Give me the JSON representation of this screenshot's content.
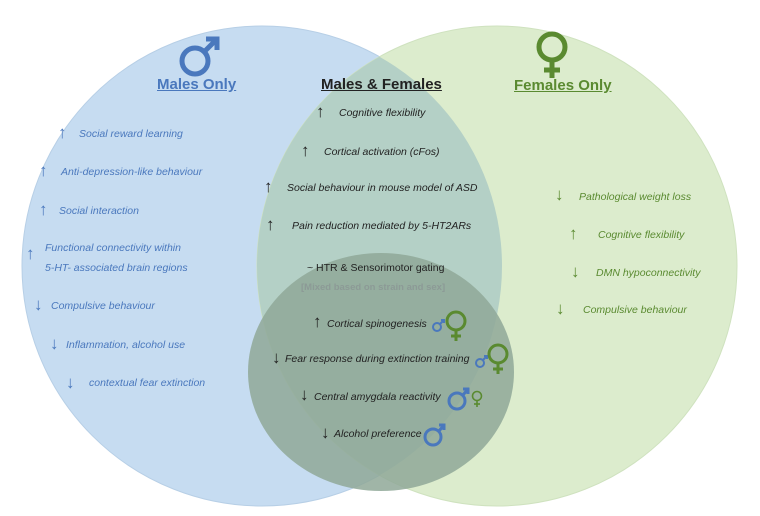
{
  "headers": {
    "males_only": "Males Only",
    "both": "Males & Females",
    "females_only": "Females Only"
  },
  "colors": {
    "male_circle": "#c6dcf1",
    "female_circle": "#dceccd",
    "overlap": "#b4d0c6",
    "inner": "#8fa898",
    "male_text": "#4a78bd",
    "female_text": "#5a8a30"
  },
  "males_only": [
    {
      "dir": "up",
      "text": "Social reward learning"
    },
    {
      "dir": "up",
      "text": "Anti-depression-like behaviour"
    },
    {
      "dir": "up",
      "text": "Social interaction"
    },
    {
      "dir": "up",
      "text": "Functional connectivity within",
      "text2": "5-HT- associated brain regions"
    },
    {
      "dir": "down",
      "text": "Compulsive behaviour"
    },
    {
      "dir": "down",
      "text": "Inflammation, alcohol use"
    },
    {
      "dir": "down",
      "text": "contextual fear extinction"
    }
  ],
  "both": [
    {
      "dir": "up",
      "text": "Cognitive flexibility"
    },
    {
      "dir": "up",
      "text": "Cortical activation (cFos)"
    },
    {
      "dir": "up",
      "text": "Social behaviour in mouse model of ASD"
    },
    {
      "dir": "up",
      "text": "Pain reduction mediated by 5-HT2ARs"
    }
  ],
  "mixed": {
    "title": "~ HTR & Sensorimotor gating",
    "subtitle": "[Mixed based on strain and sex]",
    "items": [
      {
        "dir": "up",
        "text": "Cortical spinogenesis"
      },
      {
        "dir": "down",
        "text": "Fear response during extinction training"
      },
      {
        "dir": "down",
        "text": "Central amygdala reactivity"
      },
      {
        "dir": "down",
        "text": "Alcohol preference"
      }
    ]
  },
  "females_only": [
    {
      "dir": "down",
      "text": "Pathological weight loss"
    },
    {
      "dir": "up",
      "text": "Cognitive flexibility"
    },
    {
      "dir": "down",
      "text": "DMN hypoconnectivity"
    },
    {
      "dir": "down",
      "text": "Compulsive behaviour"
    }
  ],
  "icons": [
    "male-symbol-icon",
    "female-symbol-icon",
    "up-arrow-icon",
    "down-arrow-icon"
  ]
}
